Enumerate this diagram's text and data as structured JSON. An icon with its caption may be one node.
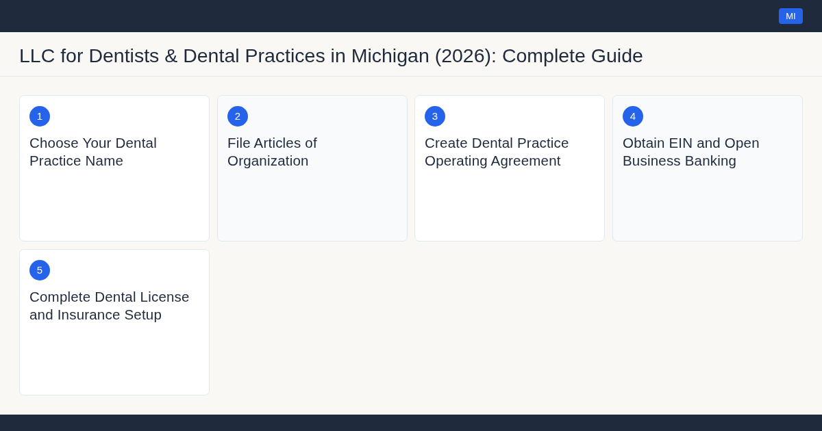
{
  "diagram": {
    "title": "LLC for Dentists & Dental Practices in Michigan (2026): Complete Guide",
    "nodes": [
      {
        "text": [
          "Choose Your Dental Practice Name"
        ]
      },
      {
        "text": [
          "1"
        ],
        "in": 0
      },
      {
        "text": [
          "File Articles of Organization"
        ]
      },
      {
        "text": [
          "2"
        ],
        "in": 2
      },
      {
        "text": [
          "Create Dental Practice Operating Agreement"
        ]
      },
      {
        "text": [
          "3"
        ],
        "in": 4
      },
      {
        "text": [
          "Obtain EIN and Open Business Banking"
        ]
      },
      {
        "text": [
          "4"
        ],
        "in": 6
      },
      {
        "text": [
          "Complete Dental License and Insurance Setup"
        ]
      },
      {
        "text": [
          "5"
        ],
        "in": 8
      }
    ],
    "edges": [],
    "labels": [
      "MI"
    ]
  }
}
